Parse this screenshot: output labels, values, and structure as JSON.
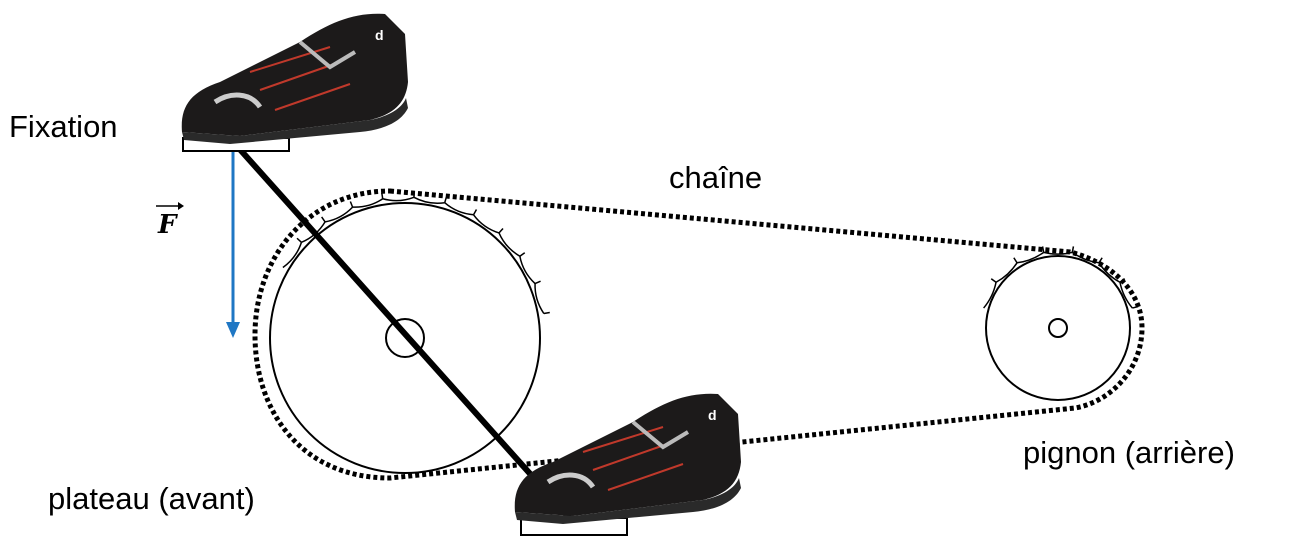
{
  "labels": {
    "fixation": "Fixation",
    "chain": "chaîne",
    "front_sprocket": "plateau (avant)",
    "rear_sprocket": "pignon (arrière)",
    "force": "F"
  },
  "colors": {
    "force_arrow": "#1f77c4",
    "lines": "#000000",
    "shoe_body": "#1c1a1a",
    "shoe_accent": "#c0392b",
    "shoe_sole": "#2a2a2a"
  },
  "icons": {
    "shoe": "cycling-shoe-icon",
    "force_vector": "arrow-down-icon"
  }
}
